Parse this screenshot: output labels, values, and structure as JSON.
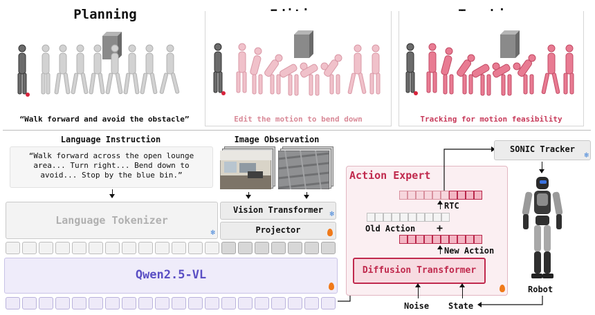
{
  "phases": [
    {
      "title": "Planning",
      "caption": "“Walk forward and avoid the obstacle”",
      "caption_color": "#111111"
    },
    {
      "title": "Editing",
      "caption": "Edit the motion to bend down",
      "caption_color": "#d98a98"
    },
    {
      "title": "Tracking",
      "caption": "Tracking for motion feasibility",
      "caption_color": "#c73a5a"
    }
  ],
  "language": {
    "heading": "Language Instruction",
    "instruction": "“Walk forward across the open lounge area... Turn right... Bend down to avoid... Stop by the blue bin.”",
    "tokenizer": "Language Tokenizer"
  },
  "image": {
    "heading": "Image Observation",
    "vision_transformer": "Vision Transformer",
    "projector": "Projector"
  },
  "vlm": {
    "label": "Qwen2.5-VL",
    "color": "#5a4fc4"
  },
  "action": {
    "title": "Action Expert",
    "rtc": "RTC",
    "old_action": "Old Action",
    "plus": "+",
    "new_action": "New Action",
    "diffusion": "Diffusion Transformer",
    "accent": "#c0294d"
  },
  "tracker": {
    "label": "SONIC Tracker"
  },
  "robot": {
    "label": "Robot"
  },
  "inputs": {
    "noise": "Noise",
    "state": "State"
  },
  "icons": {
    "frozen": "snowflake-icon",
    "trainable": "fire-icon"
  }
}
